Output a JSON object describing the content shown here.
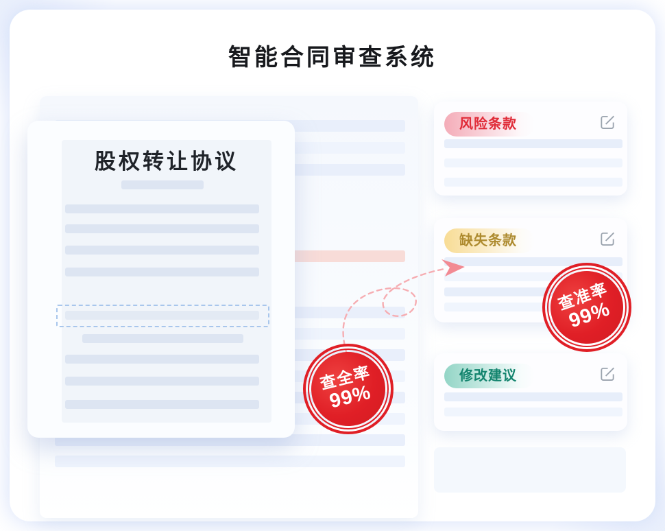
{
  "header": {
    "title": "智能合同审查系统"
  },
  "contract": {
    "title": "股权转让协议"
  },
  "panels": [
    {
      "label": "风险条款",
      "text_color": "#e02b38",
      "pill_color": "#f4acb8",
      "icon": "edit-icon"
    },
    {
      "label": "缺失条款",
      "text_color": "#ad8a2e",
      "pill_color": "#f8dc95",
      "icon": "edit-icon"
    },
    {
      "label": "修改建议",
      "text_color": "#13846e",
      "pill_color": "#93d5c6",
      "icon": "edit-icon"
    }
  ],
  "stamps": [
    {
      "name": "recall-stamp",
      "line1": "查全率",
      "line2": "99%"
    },
    {
      "name": "precision-stamp",
      "line1": "查准率",
      "line2": "99%"
    }
  ],
  "colors": {
    "stamp_red": "#e01f26",
    "risk_highlight_row": "#f8dcd8",
    "arrow_pink": "#f28a93",
    "selection_dash": "#a8c6ec"
  }
}
